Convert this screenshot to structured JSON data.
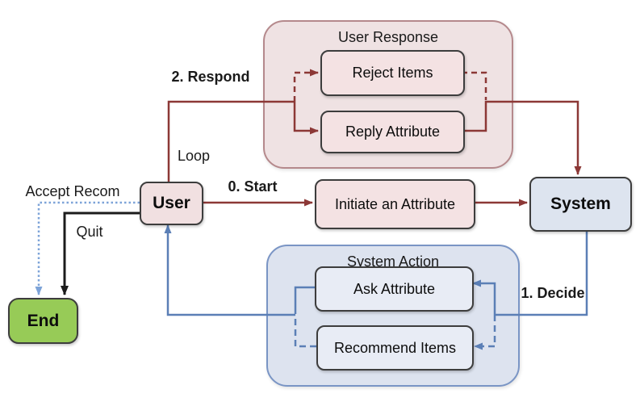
{
  "diagram": {
    "nodes": {
      "user": {
        "label": "User"
      },
      "system": {
        "label": "System"
      },
      "end": {
        "label": "End"
      },
      "initiate_attribute": {
        "label": "Initiate an Attribute"
      },
      "user_response": {
        "title": "User Response",
        "reject_items": {
          "label": "Reject Items"
        },
        "reply_attribute": {
          "label": "Reply Attribute"
        }
      },
      "system_action": {
        "title": "System Action",
        "ask_attribute": {
          "label": "Ask Attribute"
        },
        "recommend_items": {
          "label": "Recommend Items"
        }
      }
    },
    "edge_labels": {
      "respond": "2. Respond",
      "loop": "Loop",
      "start": "0. Start",
      "accept_recom": "Accept Recom",
      "quit": "Quit",
      "decide": "1. Decide"
    },
    "colors": {
      "user_flow_red": "#8c3836",
      "system_flow_blue": "#5b7fb6",
      "accept_flow_dotted_blue": "#7da3d8",
      "quit_flow_black": "#1c1c1c",
      "user_response_fill": "#efe2e3",
      "user_response_border": "#b5898c",
      "pink_box_fill": "#f4e2e3",
      "system_action_fill": "#dde3ef",
      "system_action_border": "#7a95c5",
      "blue_box_fill": "#e8ecf5",
      "system_box_fill": "#dde4ef",
      "end_fill": "#97cb57",
      "box_border": "#3d3d3d"
    }
  }
}
